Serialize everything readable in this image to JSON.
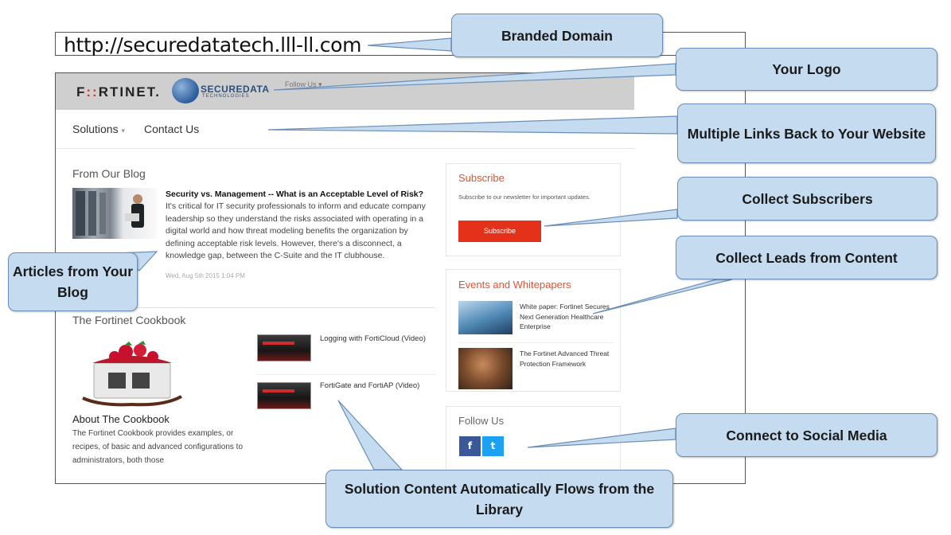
{
  "browser": {
    "url": "http://securedatatech.lll-ll.com"
  },
  "header": {
    "fortinet_logo": {
      "prefix": "F",
      "mark": "::",
      "suffix": "RTINET",
      "tm": "."
    },
    "partner_logo": {
      "name": "SECUREDATA",
      "tagline": "TECHNOLOGIES"
    },
    "follow_us": "Follow Us"
  },
  "nav": {
    "solutions": "Solutions",
    "solutions_caret": "▾",
    "contact": "Contact Us"
  },
  "blog": {
    "heading": "From Our Blog",
    "title": "Security vs. Management -- What is an Acceptable Level of Risk?",
    "body": "It's critical for IT security professionals to inform and educate company leadership so they understand the risks associated with operating in a digital world and how threat modeling benefits the organization by defining acceptable risk levels. However, there's a disconnect, a knowledge gap, between the C-Suite and the IT clubhouse.",
    "date": "Wed, Aug 5th 2015 1:04 PM"
  },
  "cookbook": {
    "heading": "The Fortinet Cookbook",
    "about_title": "About The Cookbook",
    "about_body": "The Fortinet Cookbook provides examples, or recipes, of basic and advanced configurations to administrators, both those",
    "videos": [
      {
        "title": "Logging with FortiCloud (Video)"
      },
      {
        "title": "FortiGate and FortiAP (Video)"
      }
    ]
  },
  "subscribe": {
    "heading": "Subscribe",
    "text": "Subscribe to our newsletter for important updates.",
    "button": "Subscribe"
  },
  "events": {
    "heading": "Events and Whitepapers",
    "items": [
      {
        "title": "White paper: Fortinet Secures Next Generation Healthcare Enterprise"
      },
      {
        "title": "The Fortinet Advanced Threat Protection Framework"
      }
    ]
  },
  "follow": {
    "heading": "Follow Us",
    "facebook": "f",
    "twitter": "t"
  },
  "callouts": {
    "branded_domain": "Branded Domain",
    "your_logo": "Your Logo",
    "multiple_links": "Multiple Links Back to Your Website",
    "collect_subscribers": "Collect Subscribers",
    "collect_leads": "Collect Leads from Content",
    "articles_blog": "Articles from Your Blog",
    "connect_social": "Connect to Social Media",
    "solution_content": "Solution Content Automatically Flows from the Library"
  },
  "colors": {
    "callout_fill": "#c5dbf0",
    "callout_border": "#6b8eb6",
    "accent_red": "#e3311a",
    "heading_orange": "#e0532f",
    "facebook": "#3b5998",
    "twitter": "#1da1f2"
  }
}
